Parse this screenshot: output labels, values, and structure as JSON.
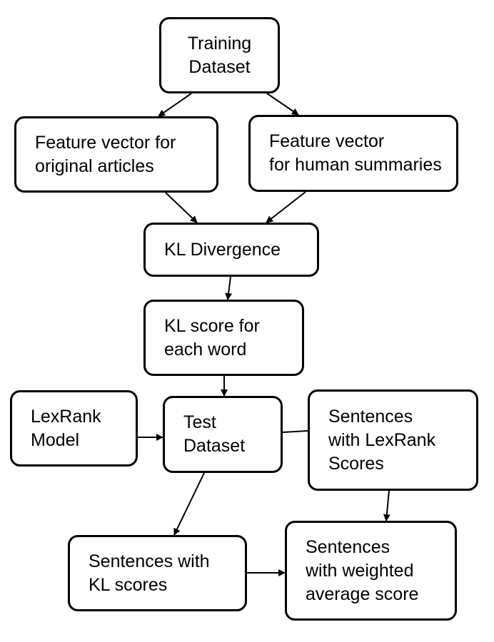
{
  "diagram": {
    "nodes": {
      "training": {
        "lines": [
          "Training",
          "Dataset"
        ]
      },
      "fv_orig": {
        "lines": [
          "Feature vector for",
          "original articles"
        ]
      },
      "fv_human": {
        "lines": [
          "Feature vector",
          "for human summaries"
        ]
      },
      "kl_div": {
        "lines": [
          "KL Divergence"
        ]
      },
      "kl_score": {
        "lines": [
          "KL score for",
          "each word"
        ]
      },
      "lexrank": {
        "lines": [
          "LexRank",
          "Model"
        ]
      },
      "test": {
        "lines": [
          "Test",
          "Dataset"
        ]
      },
      "sent_lex": {
        "lines": [
          "Sentences",
          "with LexRank",
          "Scores"
        ]
      },
      "sent_kl": {
        "lines": [
          "Sentences with",
          "KL scores"
        ]
      },
      "sent_avg": {
        "lines": [
          "Sentences",
          "with weighted",
          "average score"
        ]
      }
    },
    "edges": [
      {
        "from": "training",
        "to": "fv_orig",
        "arrow": true
      },
      {
        "from": "training",
        "to": "fv_human",
        "arrow": true
      },
      {
        "from": "fv_orig",
        "to": "kl_div",
        "arrow": true
      },
      {
        "from": "fv_human",
        "to": "kl_div",
        "arrow": true
      },
      {
        "from": "kl_div",
        "to": "kl_score",
        "arrow": true
      },
      {
        "from": "kl_score",
        "to": "test",
        "arrow": true
      },
      {
        "from": "lexrank",
        "to": "test",
        "arrow": true
      },
      {
        "from": "test",
        "to": "sent_lex",
        "arrow": false
      },
      {
        "from": "test",
        "to": "sent_kl",
        "arrow": true
      },
      {
        "from": "sent_lex",
        "to": "sent_avg",
        "arrow": true
      },
      {
        "from": "sent_kl",
        "to": "sent_avg",
        "arrow": true
      }
    ]
  }
}
